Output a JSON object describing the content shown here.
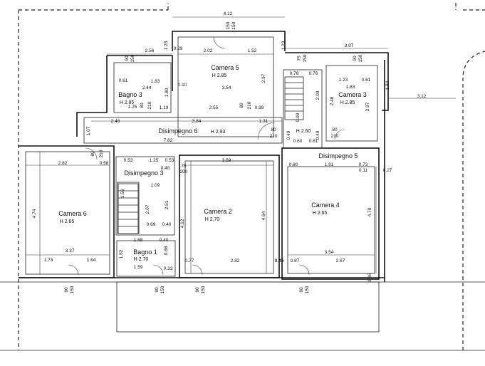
{
  "rooms": {
    "camera5": {
      "name": "Camera 5",
      "height": "H 2.85"
    },
    "bagno3": {
      "name": "Bagno 3",
      "height": "H 2.85"
    },
    "camera3": {
      "name": "Camera 3",
      "height": "H 2.85"
    },
    "disimpegno6": {
      "name": "Disimpegno 6",
      "height": "H 2.93"
    },
    "h260": {
      "height": "H 2.60"
    },
    "disimpegno5": {
      "name": "Disimpegno 5"
    },
    "disimpegno3": {
      "name": "Disimpegno 3"
    },
    "camera6": {
      "name": "Camera 6",
      "height": "H 2.65"
    },
    "camera2": {
      "name": "Camera 2",
      "height": "H 2.70"
    },
    "camera4": {
      "name": "Camera 4",
      "height": "H 2.65"
    },
    "bagno1": {
      "name": "Bagno 1",
      "height": "H 2.70"
    }
  },
  "dims": [
    "4.12",
    "150",
    "150",
    "1.23",
    "2.56",
    "0.29",
    "2.02",
    "1.52",
    "1.23",
    "3.97",
    "90",
    "150",
    "75",
    "150",
    "90",
    "150",
    "0.61",
    "1.83",
    "2.44",
    "3.54",
    "1.80",
    "0.10",
    "1.25",
    "0.76",
    "0.76",
    "1.23",
    "0.61",
    "1.83",
    "1.84",
    "3.12",
    "2.97",
    "2.97",
    "2.48",
    "2.00",
    "80",
    "210",
    "80",
    "210",
    "1.19",
    "2.55",
    "0.99",
    "2.48",
    "3.84",
    "1.31",
    "1.07",
    "80",
    "210",
    "7.62",
    "80",
    "210",
    "0.49",
    "0.99",
    "0.60",
    "0.61",
    "0.49",
    "80",
    "210",
    "2.82",
    "0.58",
    "0.53",
    "1.25",
    "0.53",
    "0.40",
    "3.59",
    "0.80",
    "1.91",
    "0.73",
    "0.11",
    "0.27",
    "75",
    "200",
    "1.09",
    "2.51",
    "2.07",
    "1.56",
    "4.74",
    "4.12",
    "4.64",
    "4.78",
    "0.69",
    "0.40",
    "1.68",
    "0.40",
    "3.37",
    "1.52",
    "0.66",
    "3.54",
    "1.73",
    "1.64",
    "0.46",
    "0.77",
    "2.82",
    "0.46",
    "0.87",
    "2.67",
    "1.59",
    "0.33",
    "0.36",
    "90",
    "150",
    "90",
    "150",
    "90",
    "150",
    "90",
    "150"
  ]
}
